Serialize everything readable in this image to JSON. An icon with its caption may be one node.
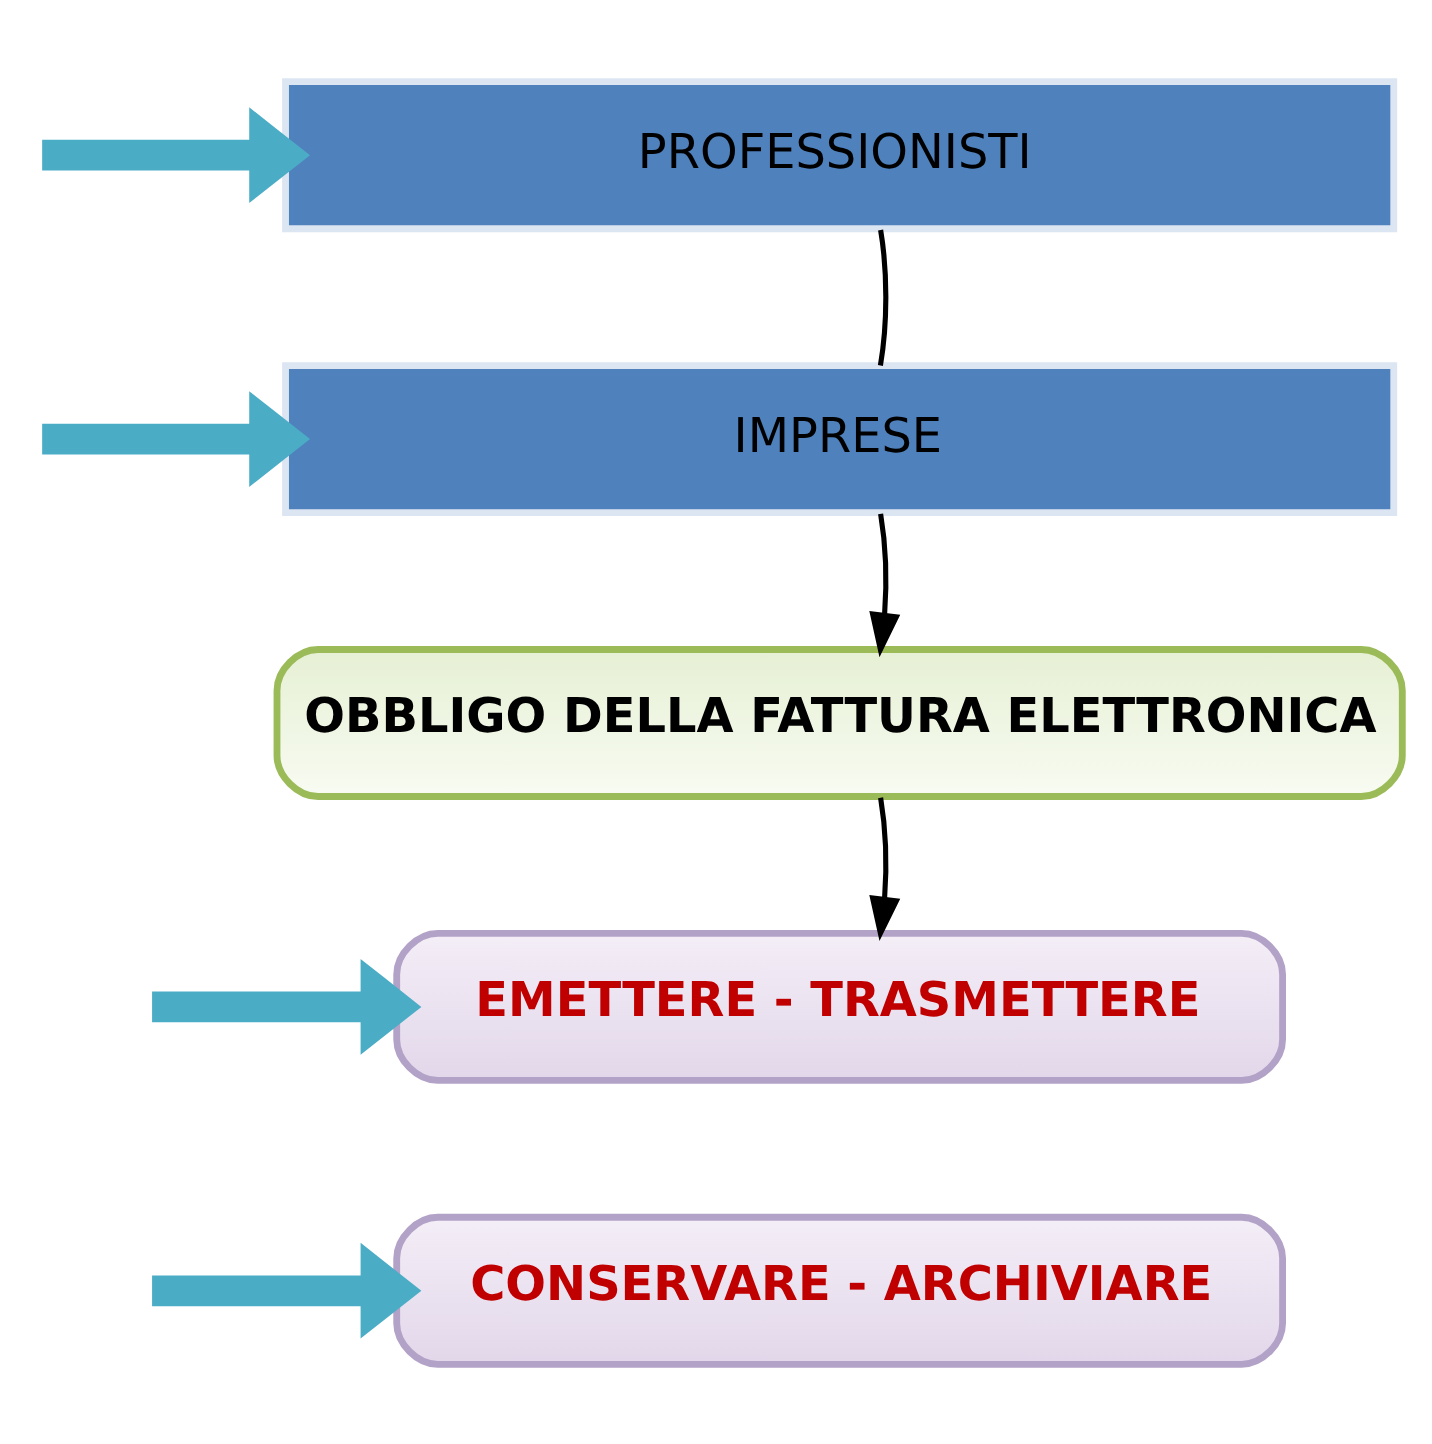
{
  "diagram": {
    "nodes": [
      {
        "text": [
          "PROFESSIONISTI"
        ]
      },
      {
        "text": [
          "IMPRESE"
        ]
      },
      {
        "text": [
          "OBBLIGO DELLA FATTURA ELETTRONICA"
        ]
      },
      {
        "text": [
          "EMETTERE - TRASMETTERE"
        ]
      },
      {
        "text": [
          "CONSERVARE - ARCHIVIARE"
        ]
      }
    ],
    "edges": [
      {
        "from": null,
        "to": 0,
        "arrow": "to"
      },
      {
        "from": 0,
        "to": 1,
        "arrow": "none",
        "color": "#000000"
      },
      {
        "from": null,
        "to": 1,
        "arrow": "to"
      },
      {
        "from": 1,
        "to": 2,
        "arrow": "to",
        "color": "#000000"
      },
      {
        "from": 2,
        "to": 3,
        "arrow": "to",
        "color": "#000000"
      },
      {
        "from": null,
        "to": 3,
        "arrow": "to"
      },
      {
        "from": null,
        "to": 4,
        "arrow": "to"
      }
    ]
  }
}
